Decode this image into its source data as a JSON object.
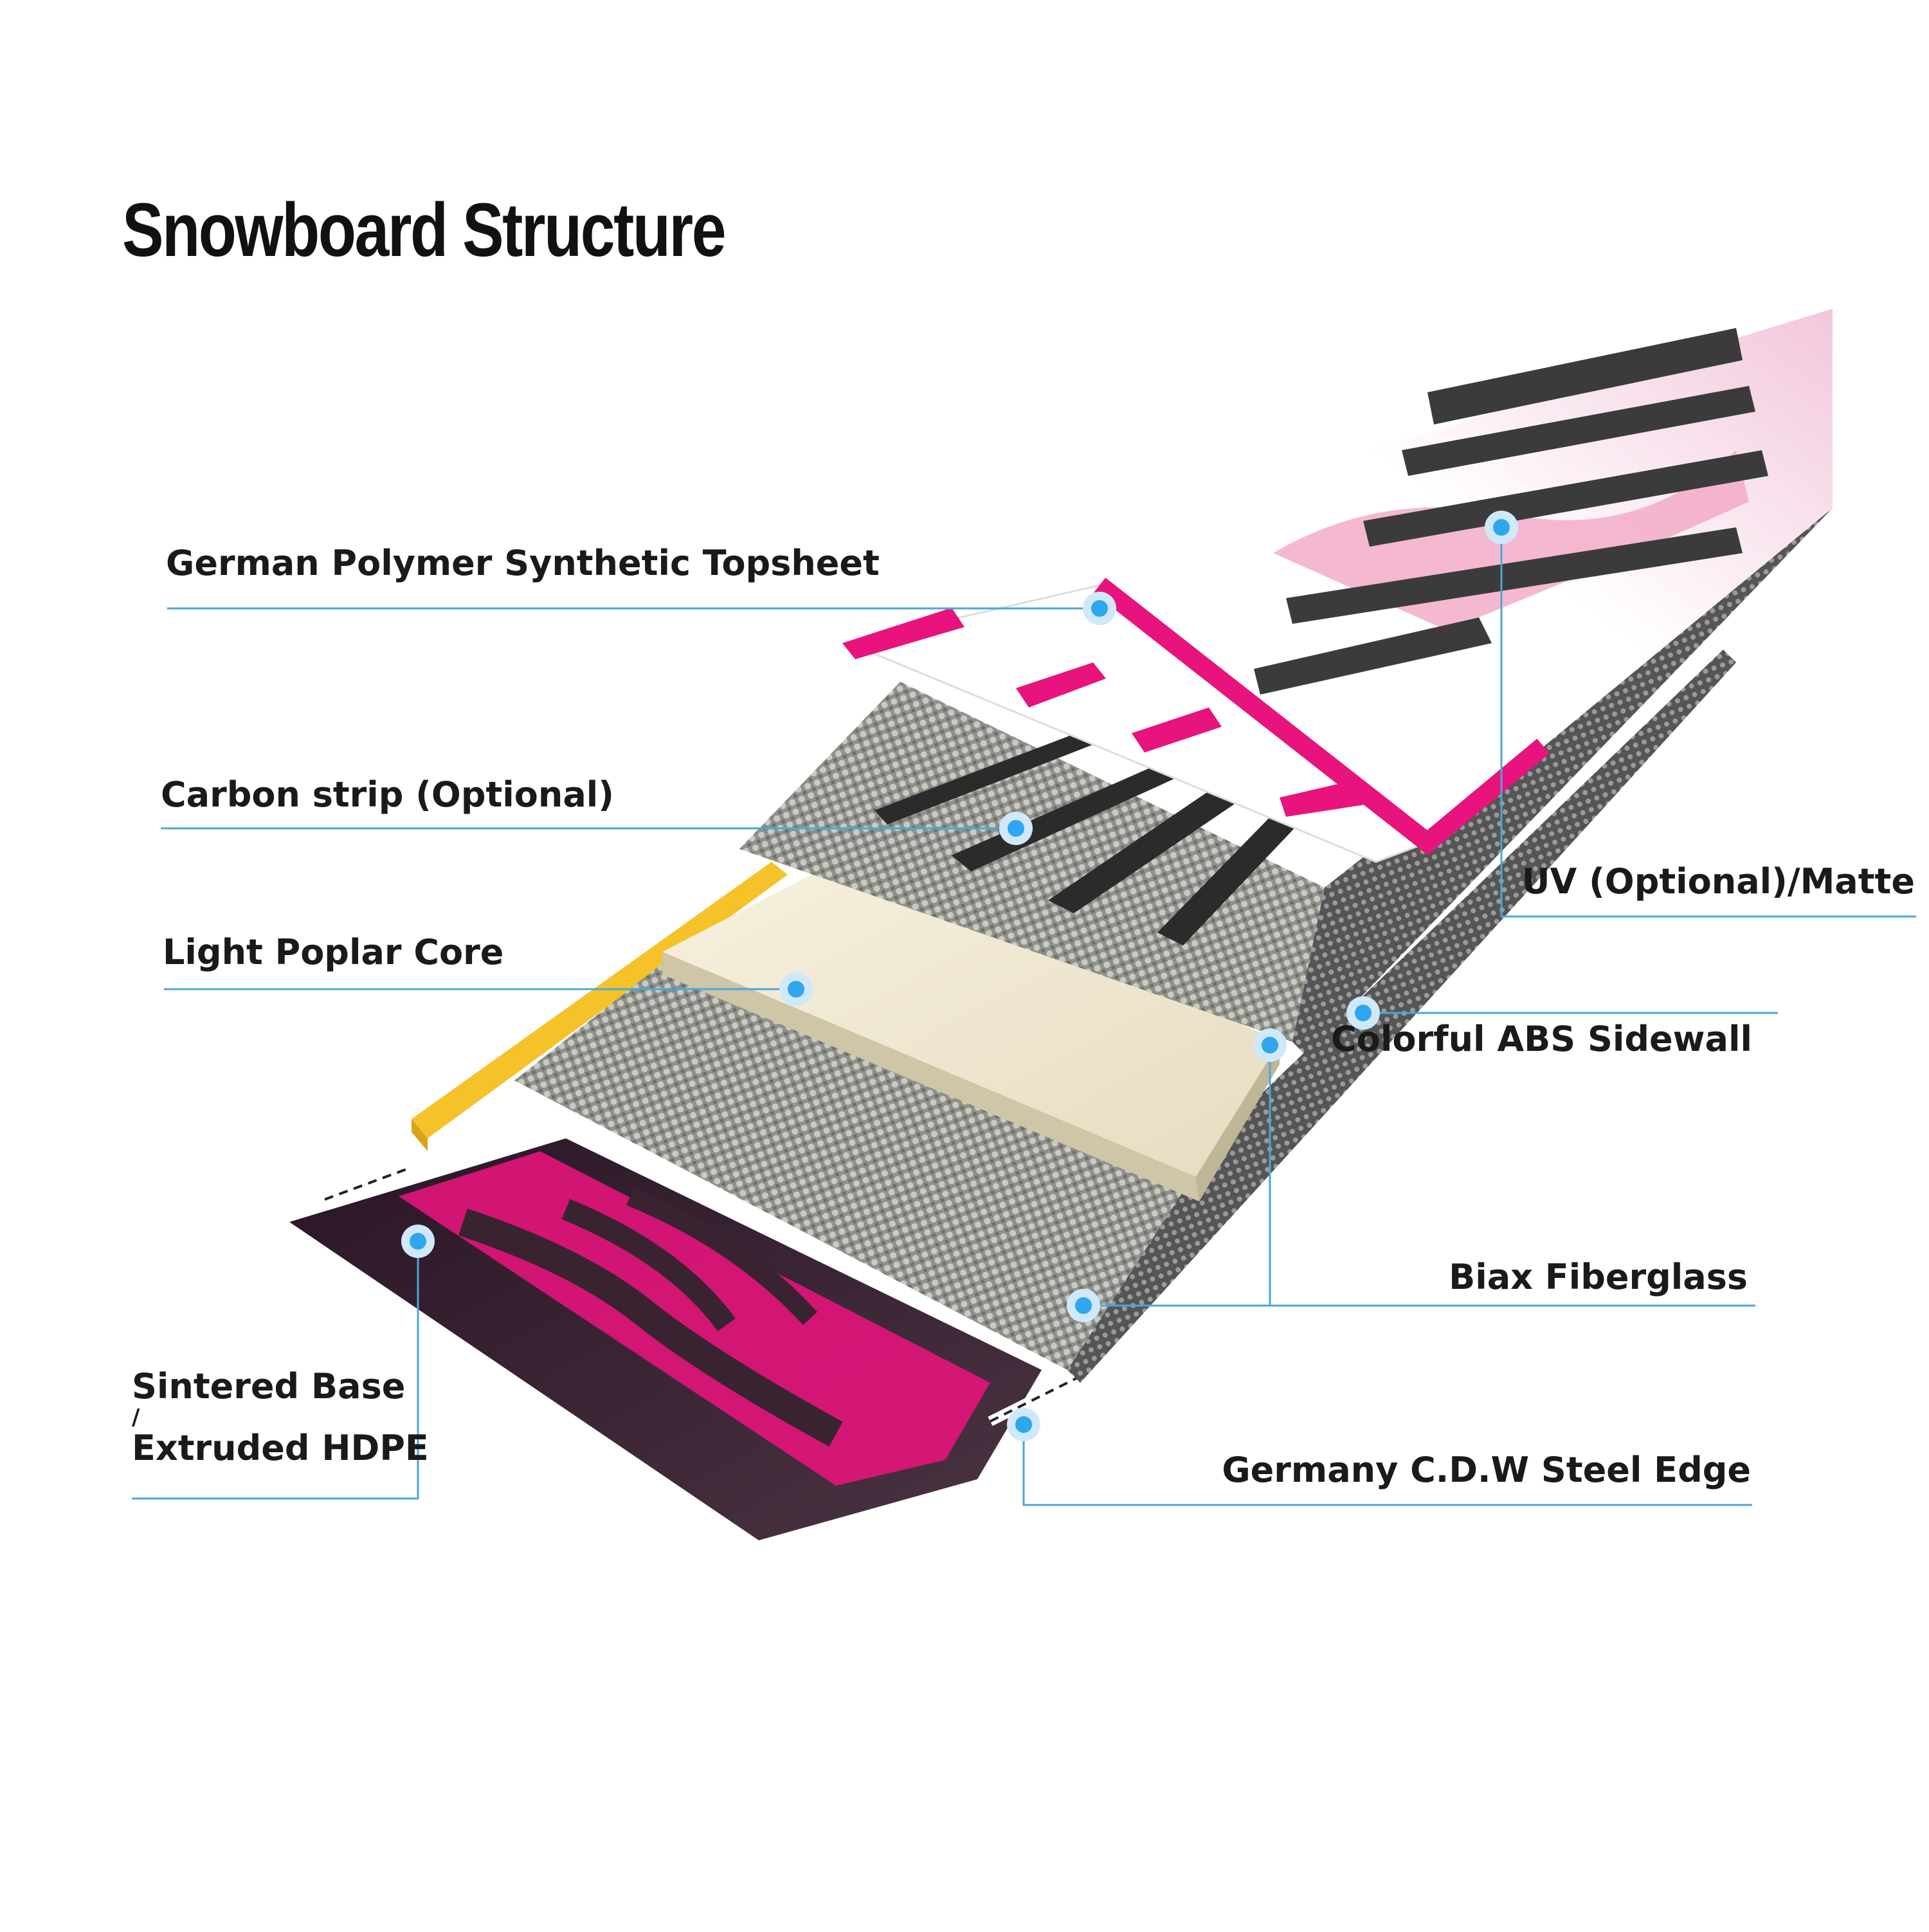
{
  "title": "Snowboard Structure",
  "colors": {
    "accent_line": "#4aa7d8",
    "dot": "#2ea6f0",
    "pink": "#e8137d",
    "dark_base": "#3a2330",
    "sidewall_yellow": "#f6c22a",
    "sidewall_orange": "#f39a1f",
    "core": "#efe6cf",
    "carbon": "#2b2b2b"
  },
  "labels": {
    "topsheet": "German Polymer Synthetic Topsheet",
    "carbon_strip": "Carbon strip (Optional)",
    "core": "Light Poplar Core",
    "base_line1": "Sintered Base",
    "base_sep": "/",
    "base_line2": "Extruded HDPE",
    "uv": "UV (Optional)/Matte",
    "sidewall": "Colorful ABS Sidewall",
    "fiberglass": "Biax Fiberglass",
    "edge": "Germany C.D.W Steel Edge"
  }
}
